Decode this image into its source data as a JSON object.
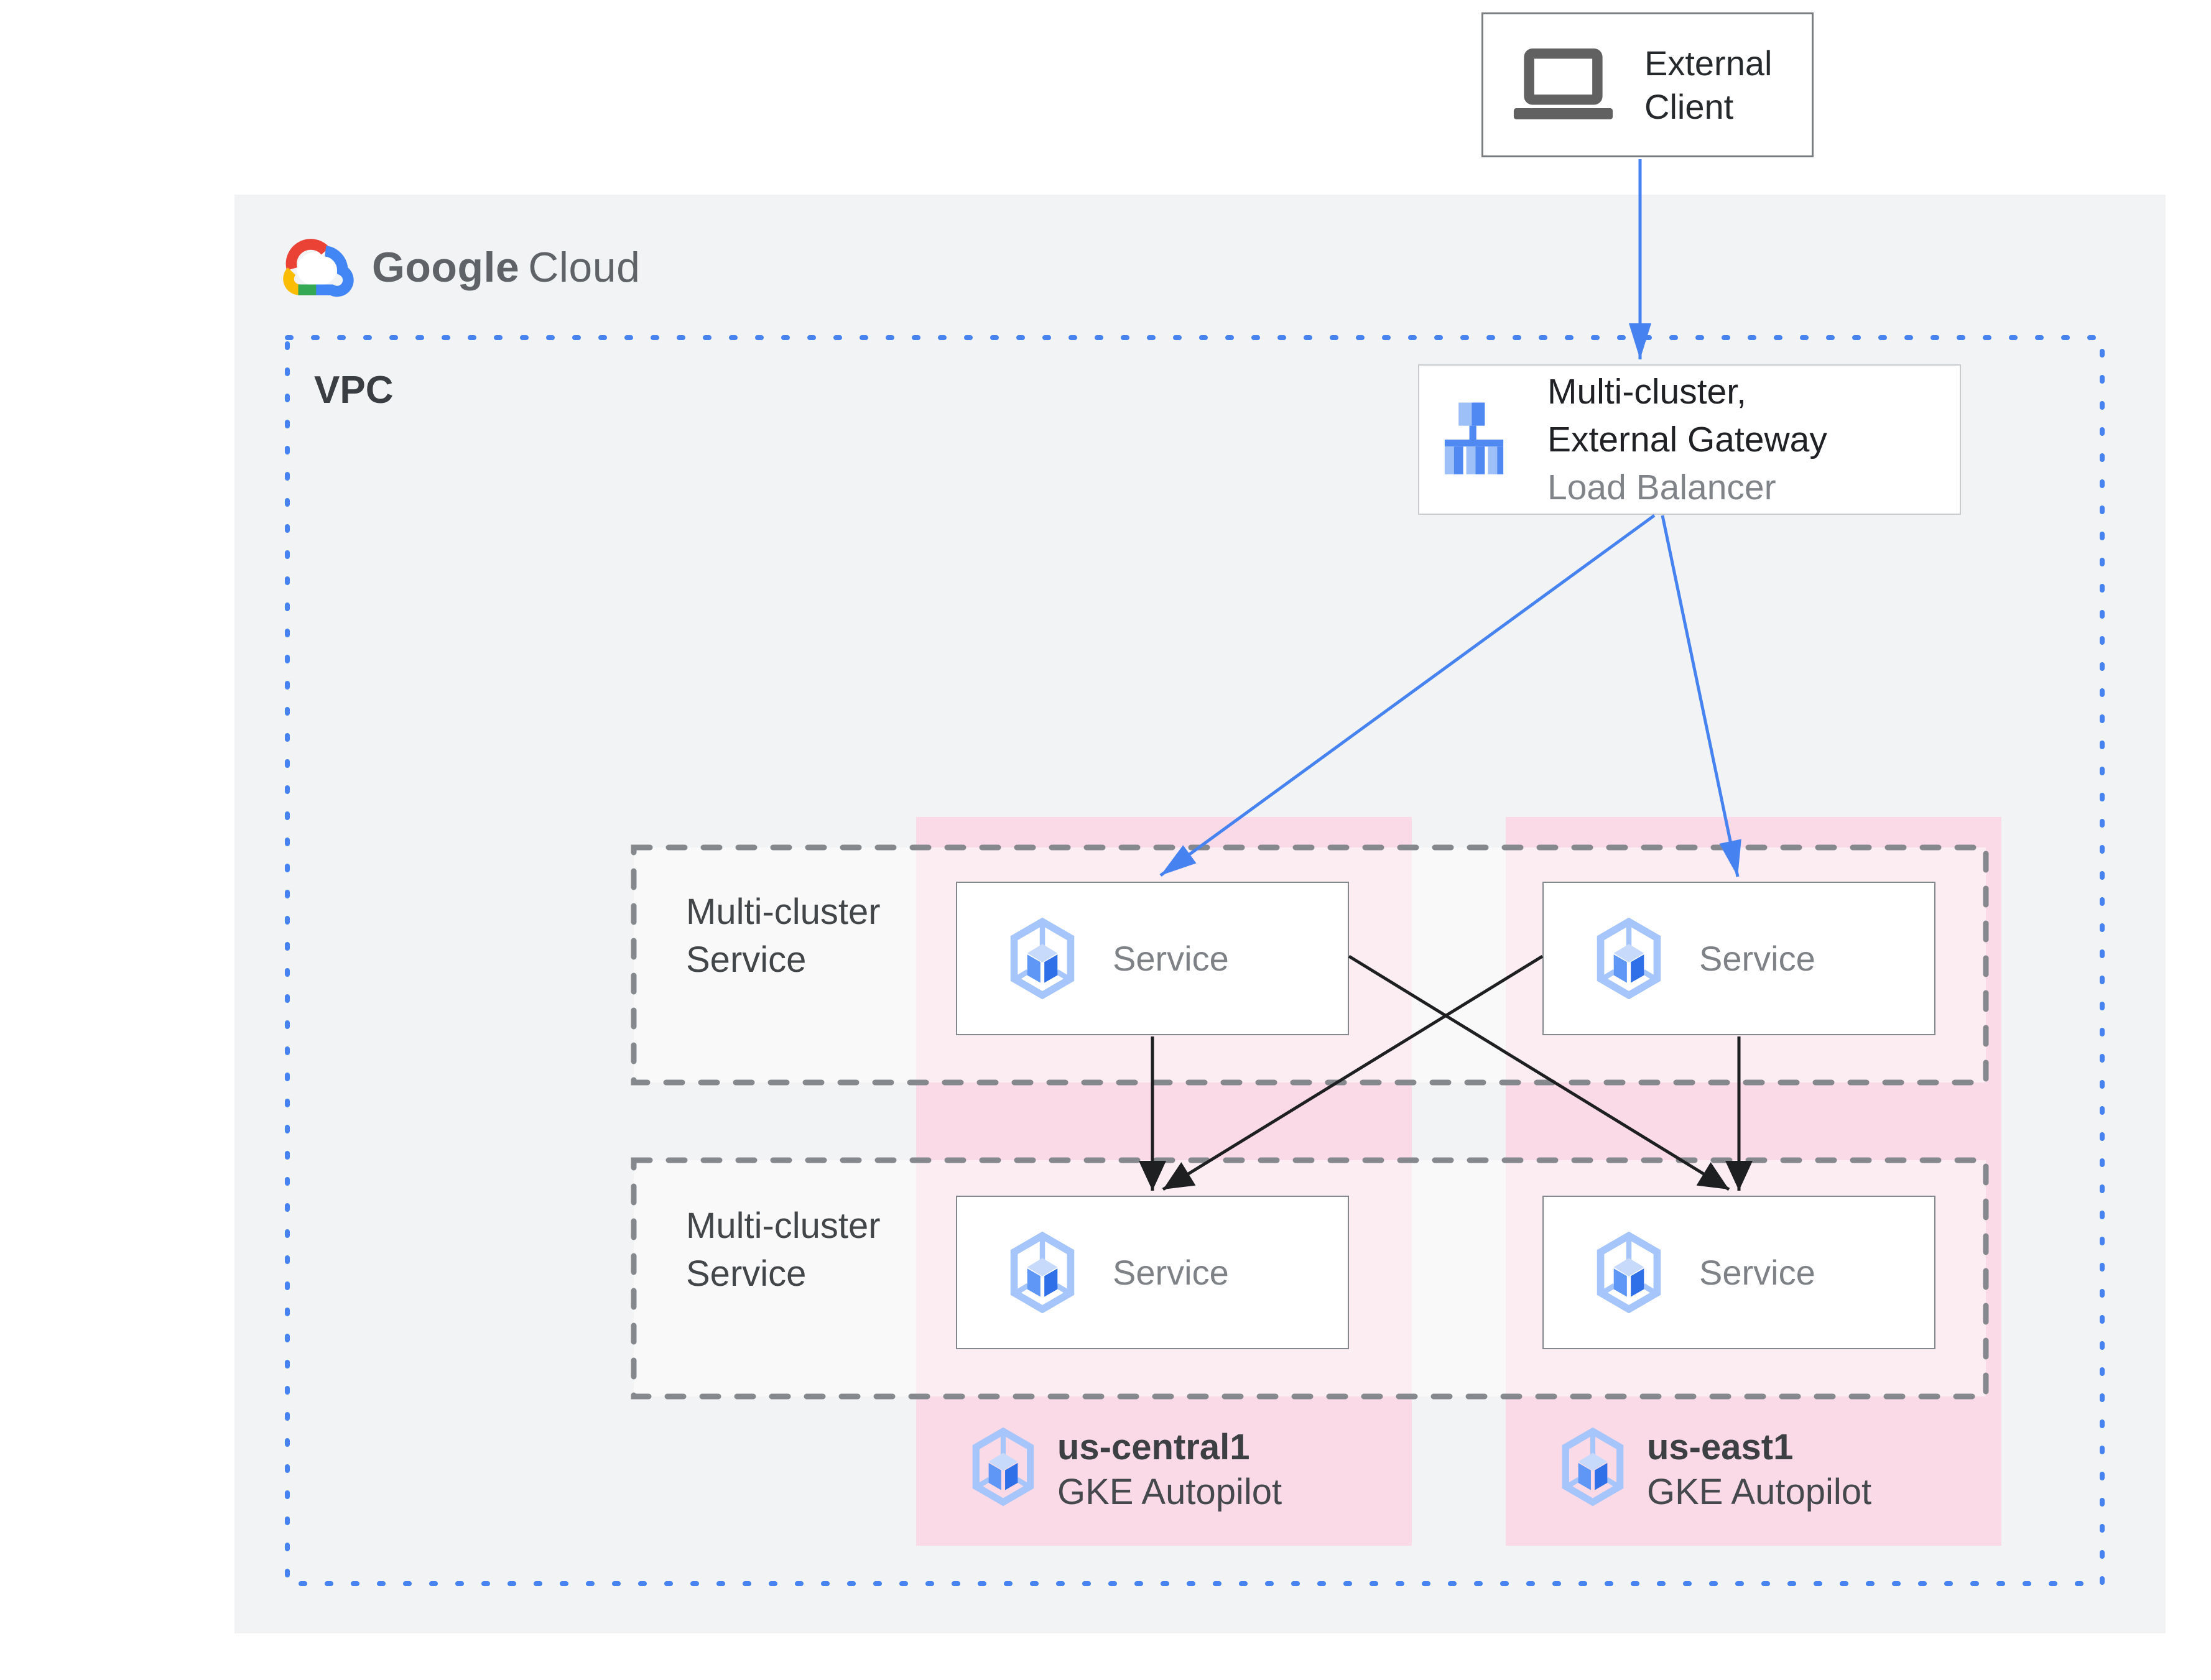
{
  "brand": {
    "part1": "Google",
    "part2": "Cloud"
  },
  "external_client": {
    "line1": "External",
    "line2": "Client",
    "icon": "laptop-icon"
  },
  "vpc": {
    "label": "VPC"
  },
  "load_balancer": {
    "title_line1": "Multi-cluster,",
    "title_line2": "External Gateway",
    "subtitle": "Load Balancer",
    "icon": "load-balancer-icon"
  },
  "service_rows": [
    {
      "label_line1": "Multi-cluster",
      "label_line2": "Service",
      "services": [
        {
          "label": "Service"
        },
        {
          "label": "Service"
        }
      ]
    },
    {
      "label_line1": "Multi-cluster",
      "label_line2": "Service",
      "services": [
        {
          "label": "Service"
        },
        {
          "label": "Service"
        }
      ]
    }
  ],
  "clusters": [
    {
      "region": "us-central1",
      "platform": "GKE Autopilot",
      "icon": "gke-hexagon-icon"
    },
    {
      "region": "us-east1",
      "platform": "GKE Autopilot",
      "icon": "gke-hexagon-icon"
    }
  ],
  "colors": {
    "canvas_gray": "#f2f3f4",
    "pink_region": "#f9dae6",
    "pink_region_inside_dashed": "#fcecf2",
    "vpc_dotted_blue": "#4683f0",
    "dashed_gray": "#85898d",
    "arrow_black": "#1d1f21",
    "google_blue": "#4285f4",
    "icon_light_blue": "#a6c5fa",
    "icon_pale_blue": "#c7dafc",
    "icon_mid_blue": "#5f97f6",
    "icon_dark_blue": "#2f6fe8",
    "text_dark": "#202124",
    "text_gray": "#7e8287",
    "logo_red": "#ea4335",
    "logo_yellow": "#fbbc04",
    "logo_green": "#34a853"
  }
}
